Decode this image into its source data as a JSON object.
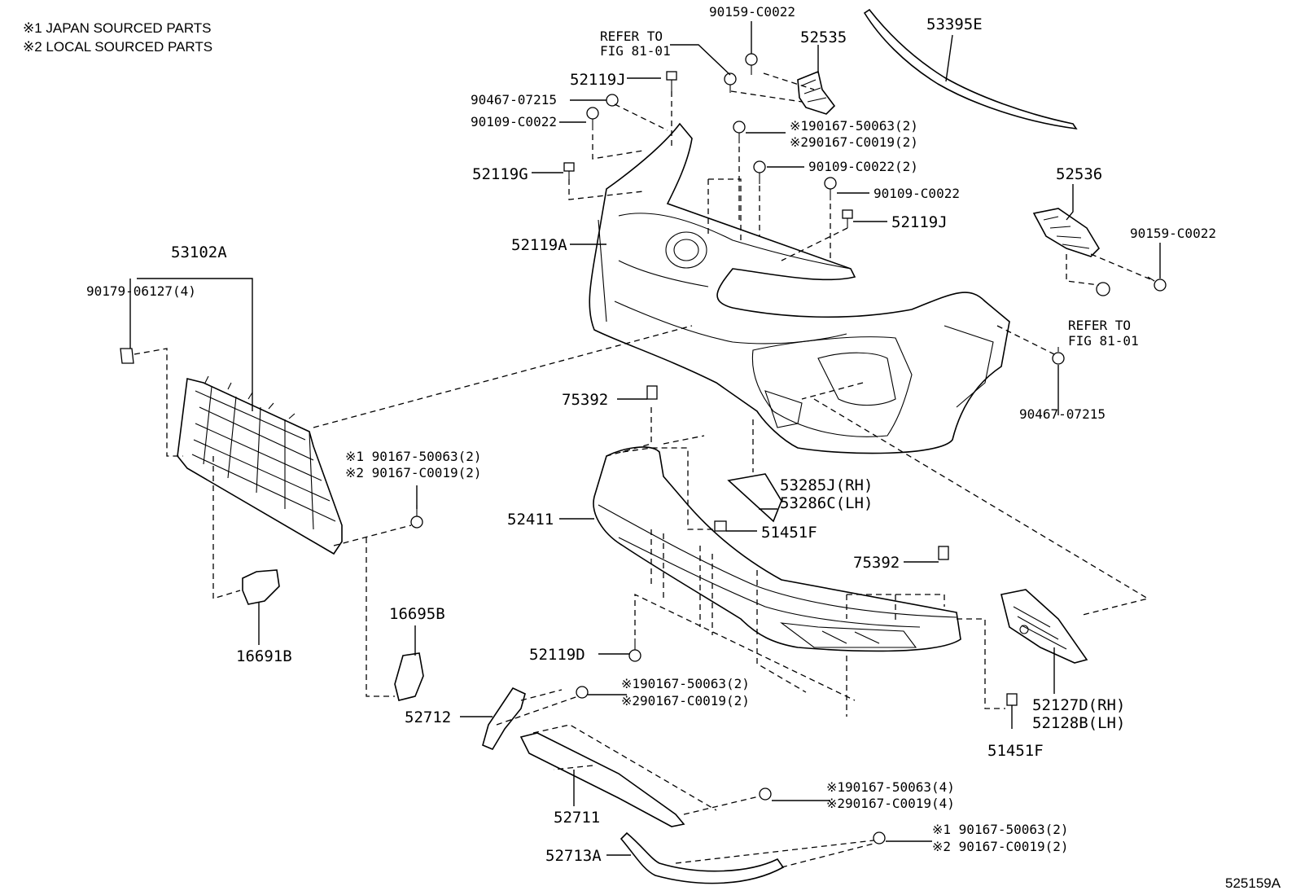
{
  "notes": {
    "japan": "※1 JAPAN SOURCED PARTS",
    "local": "※2 LOCAL SOURCED PARTS"
  },
  "figure_id": "525159A",
  "labels": {
    "l_90159_top": "90159-C0022",
    "l_52535": "52535",
    "l_53395E": "53395E",
    "l_refer1a": "REFER TO",
    "l_refer1b": "FIG 81-01",
    "l_52119J_top": "52119J",
    "l_90467_top": "90467-07215",
    "l_90109_left": "90109-C0022",
    "l_x1_50063_a": "※190167-50063(2)",
    "l_x2_c0019_a": "※290167-C0019(2)",
    "l_52119G": "52119G",
    "l_90109_2": "90109-C0022(2)",
    "l_90109_r": "90109-C0022",
    "l_52119J_r": "52119J",
    "l_52536": "52536",
    "l_52119A": "52119A",
    "l_90159_r": "90159-C0022",
    "l_53102A": "53102A",
    "l_90179": "90179-06127(4)",
    "l_refer2a": "REFER TO",
    "l_refer2b": "FIG 81-01",
    "l_90467_r": "90467-07215",
    "l_75392_a": "75392",
    "l_x1_50063_b": "※1 90167-50063(2)",
    "l_x2_c0019_b": "※2 90167-C0019(2)",
    "l_53285J": "53285J(RH)",
    "l_53286C": "53286C(LH)",
    "l_52411": "52411",
    "l_51451F_a": "51451F",
    "l_75392_b": "75392",
    "l_16695B": "16695B",
    "l_16691B": "16691B",
    "l_52119D": "52119D",
    "l_x1_50063_c": "※190167-50063(2)",
    "l_x2_c0019_c": "※290167-C0019(2)",
    "l_52712": "52712",
    "l_52127D": "52127D(RH)",
    "l_52128B": "52128B(LH)",
    "l_51451F_b": "51451F",
    "l_x1_50063_d": "※190167-50063(4)",
    "l_x2_c0019_d": "※290167-C0019(4)",
    "l_52711": "52711",
    "l_x1_50063_e": "※1 90167-50063(2)",
    "l_x2_c0019_e": "※2 90167-C0019(2)",
    "l_52713A": "52713A"
  }
}
